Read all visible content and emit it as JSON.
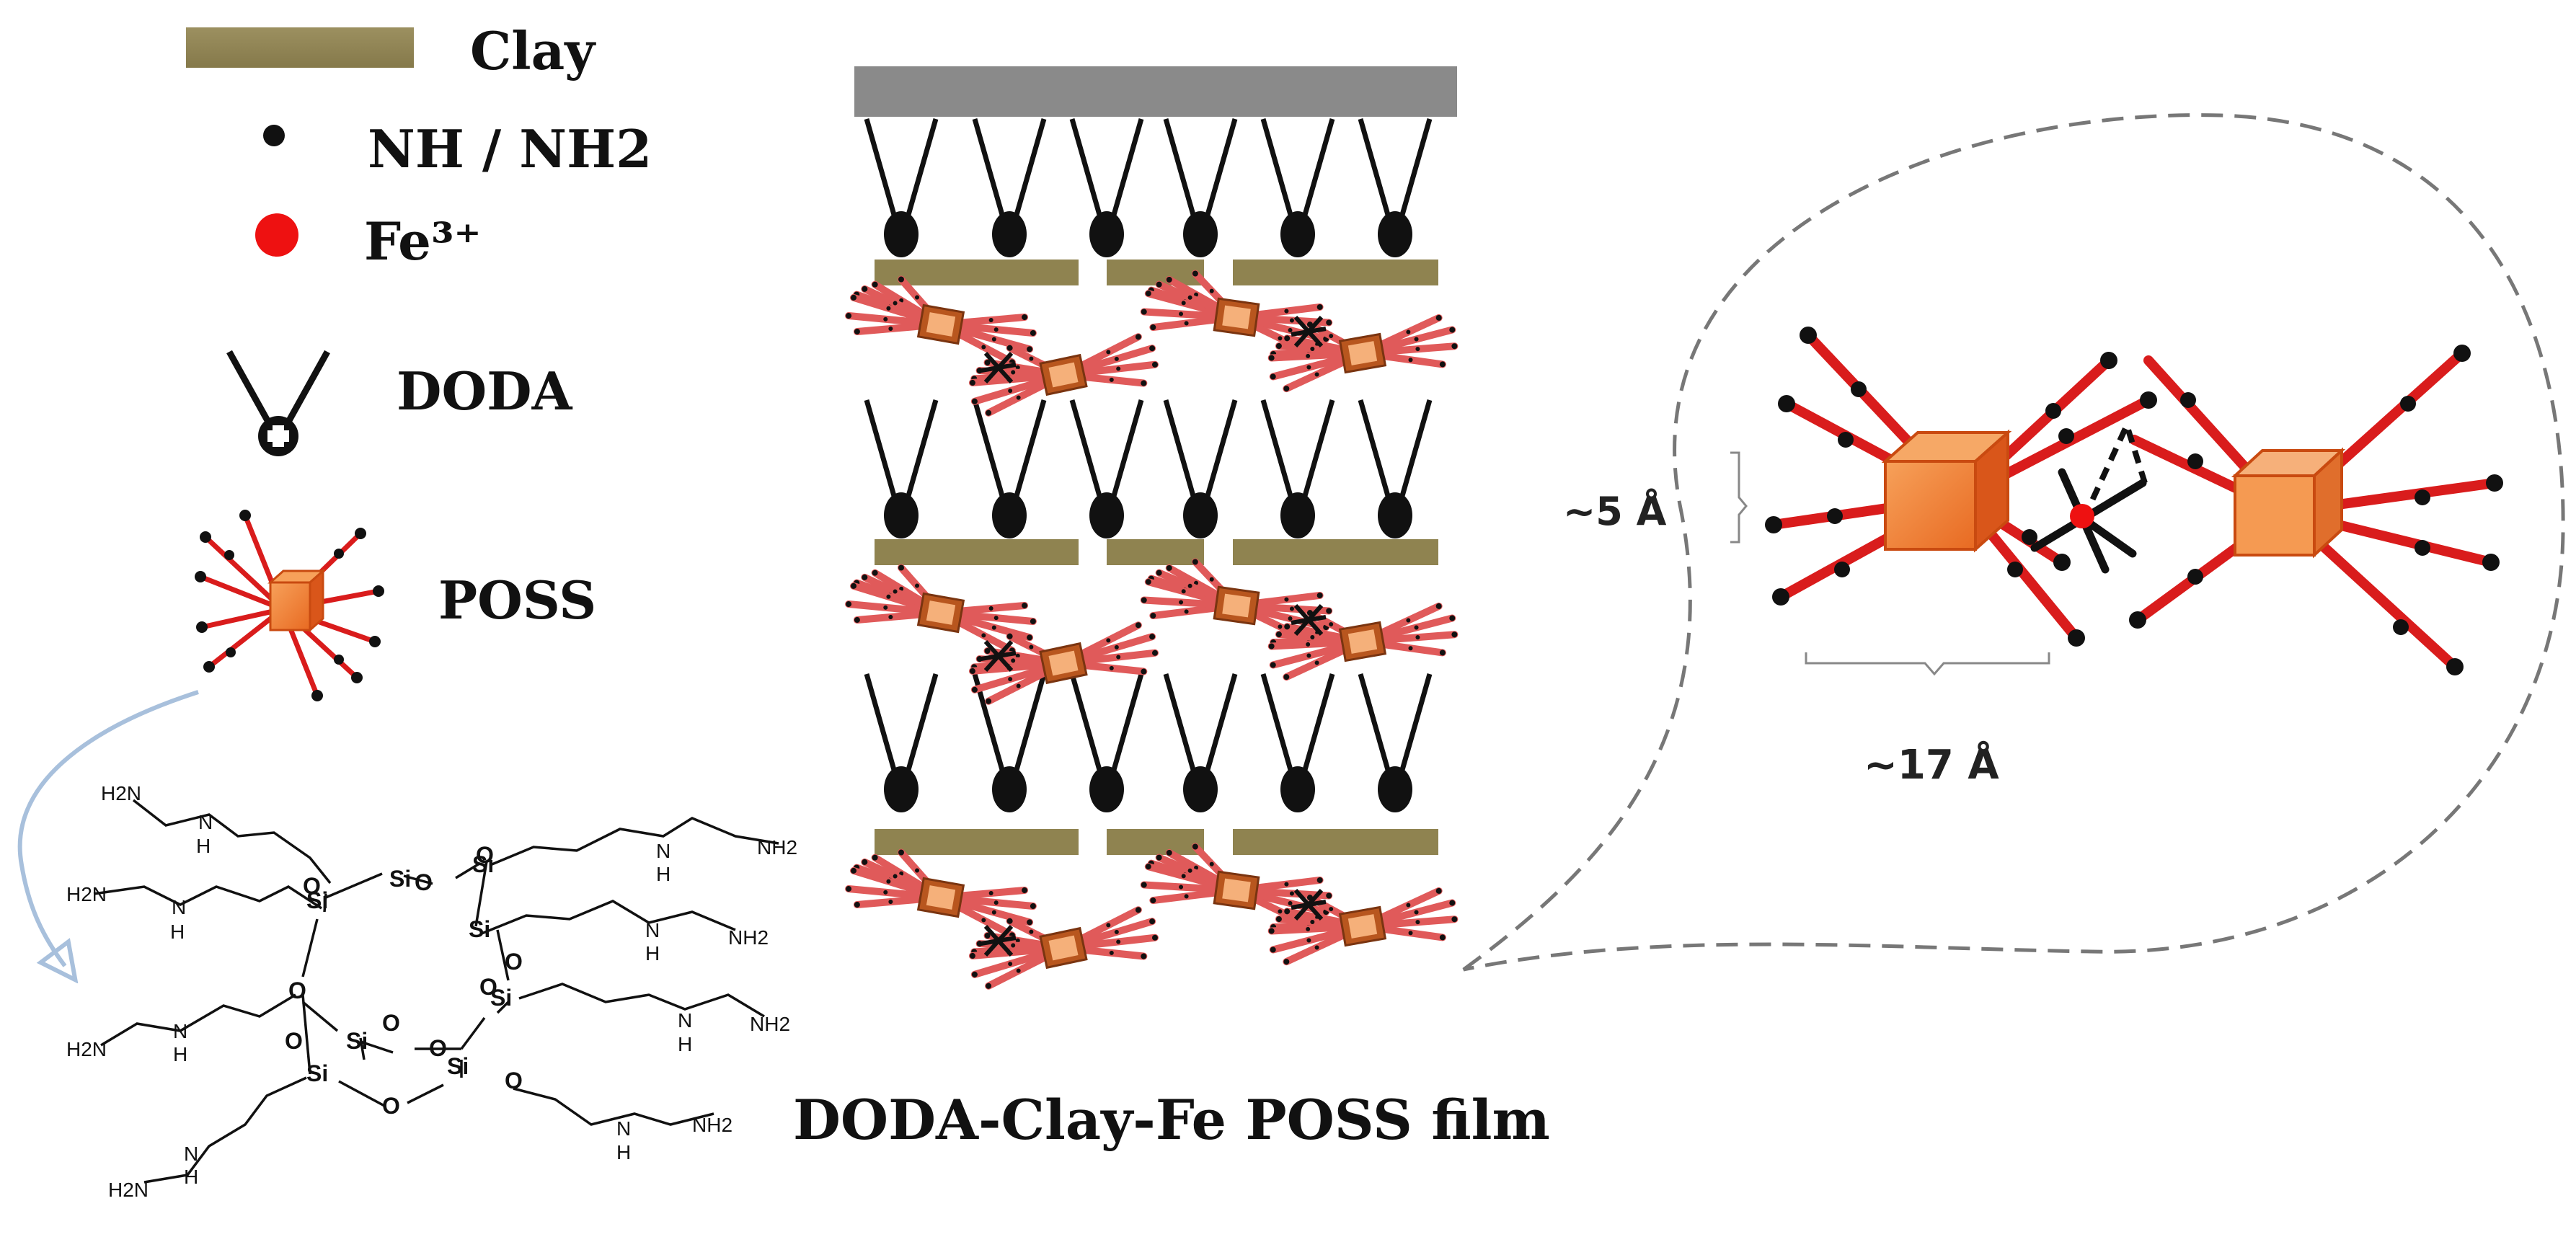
{
  "legend": {
    "clay_label": "Clay",
    "amine_label": "NH / NH2",
    "fe_label": "Fe³⁺",
    "doda_label": "DODA",
    "poss_label": "POSS"
  },
  "film": {
    "title": "DODA-Clay-Fe POSS film"
  },
  "zoom": {
    "height_label": "~5 Å",
    "width_label": "~17 Å"
  },
  "structure": {
    "si": "Si",
    "o": "O",
    "h": "H",
    "h2n": "H2N",
    "nh2": "NH2",
    "n": "N"
  },
  "colors": {
    "clay": "#8f8350",
    "substrate": "#8a8a8a",
    "poss_arm": "#d91c1c",
    "poss_cube": "#f07a2a",
    "fe": "#ee1111",
    "arrow": "#a8c0dc"
  }
}
